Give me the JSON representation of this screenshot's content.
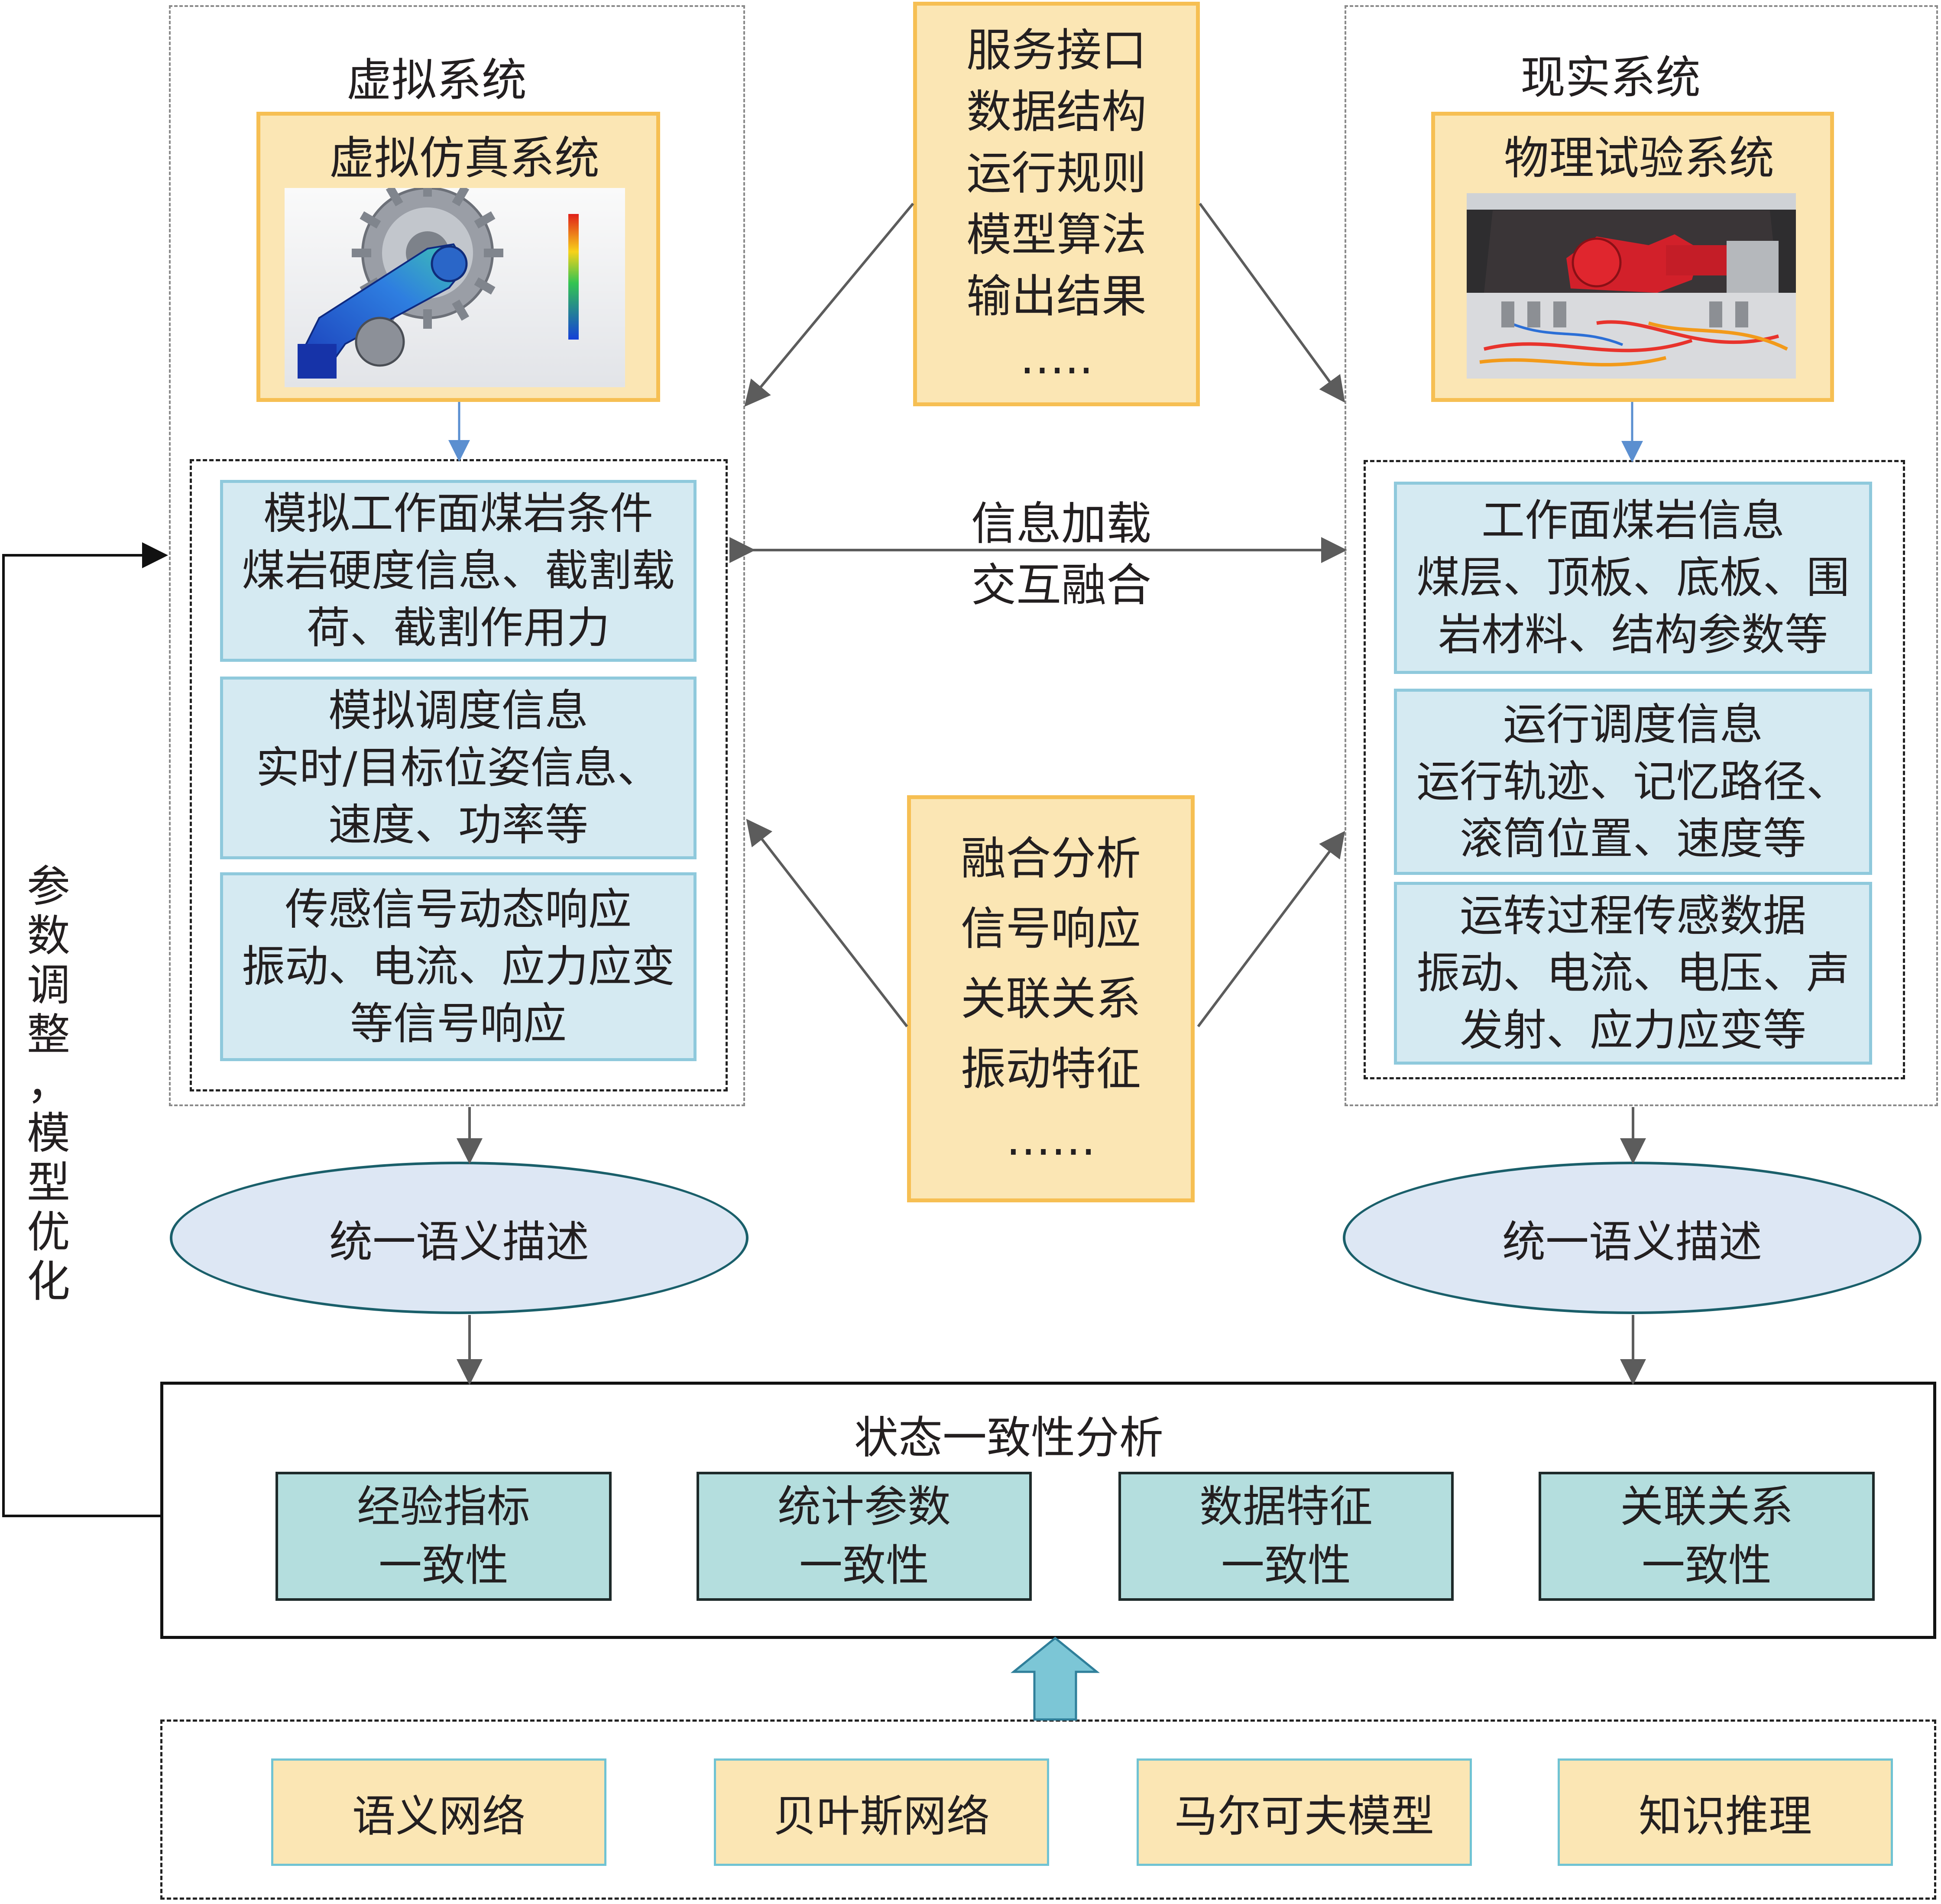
{
  "virtual": {
    "title": "虚拟系统",
    "sim_box": {
      "title": "虚拟仿真系统"
    },
    "blocks": [
      {
        "lines": [
          "模拟工作面煤岩条件",
          "煤岩硬度信息、截割载",
          "荷、截割作用力"
        ]
      },
      {
        "lines": [
          "模拟调度信息",
          "实时/目标位姿信息、",
          "速度、功率等"
        ]
      },
      {
        "lines": [
          "传感信号动态响应",
          "振动、电流、应力应变",
          "等信号响应"
        ]
      }
    ],
    "semantic": "统一语义描述"
  },
  "real": {
    "title": "现实系统",
    "test_box": {
      "title": "物理试验系统"
    },
    "blocks": [
      {
        "lines": [
          "工作面煤岩信息",
          "煤层、顶板、底板、围",
          "岩材料、结构参数等"
        ]
      },
      {
        "lines": [
          "运行调度信息",
          "运行轨迹、记忆路径、",
          "滚筒位置、速度等"
        ]
      },
      {
        "lines": [
          "运转过程传感数据",
          "振动、电流、电压、声",
          "发射、应力应变等"
        ]
      }
    ],
    "semantic": "统一语义描述"
  },
  "top_center": {
    "items": [
      "服务接口",
      "数据结构",
      "运行规则",
      "模型算法",
      "输出结果",
      "….."
    ]
  },
  "middle_label": {
    "lines": [
      "信息加载",
      "交互融合"
    ]
  },
  "mid_center": {
    "items": [
      "融合分析",
      "信号响应",
      "关联关系",
      "振动特征",
      "……"
    ]
  },
  "consistency": {
    "title": "状态一致性分析",
    "items": [
      {
        "lines": [
          "经验指标",
          "一致性"
        ]
      },
      {
        "lines": [
          "统计参数",
          "一致性"
        ]
      },
      {
        "lines": [
          "数据特征",
          "一致性"
        ]
      },
      {
        "lines": [
          "关联关系",
          "一致性"
        ]
      }
    ]
  },
  "methods": {
    "items": [
      "语义网络",
      "贝叶斯网络",
      "马尔可夫模型",
      "知识推理"
    ]
  },
  "feedback": {
    "chars": [
      "参",
      "数",
      "调",
      "整",
      "，",
      "模",
      "型",
      "优",
      "化"
    ]
  },
  "colors": {
    "yellow_fill": "#fbe6b4",
    "yellow_border": "#f6bf53",
    "blue_fill": "#d5eaf2",
    "blue_border": "#8fc9dc",
    "teal_fill": "#b4dede",
    "ellipse_fill": "#dde7f4",
    "ellipse_border": "#1a5f6a",
    "method_border": "#70c3d3",
    "big_arrow": "#7cc6d6"
  }
}
